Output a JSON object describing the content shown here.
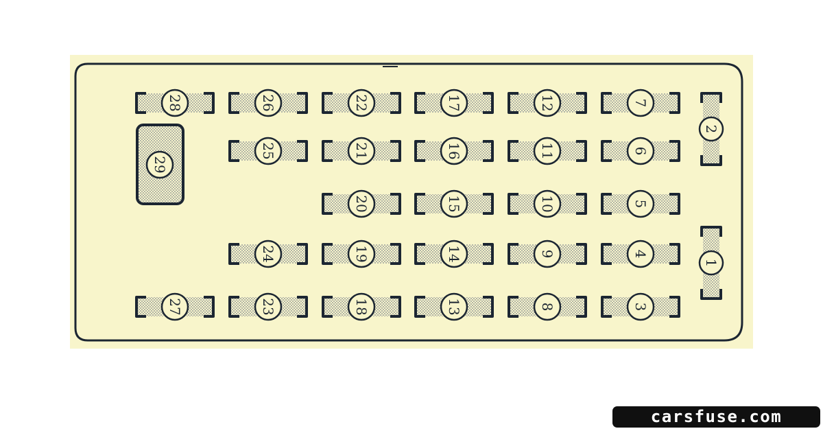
{
  "diagram": {
    "background_color": "#f8f5cb",
    "line_color": "#1c2632",
    "fuses_horizontal": [
      "28",
      "26",
      "22",
      "17",
      "12",
      "7",
      "25",
      "21",
      "16",
      "11",
      "6",
      "20",
      "15",
      "10",
      "5",
      "24",
      "19",
      "14",
      "9",
      "4",
      "27",
      "23",
      "18",
      "13",
      "8",
      "3"
    ],
    "fuse_29": "29",
    "fuses_vertical": [
      "2",
      "1"
    ]
  },
  "watermark": {
    "text": "carsfuse.com"
  }
}
